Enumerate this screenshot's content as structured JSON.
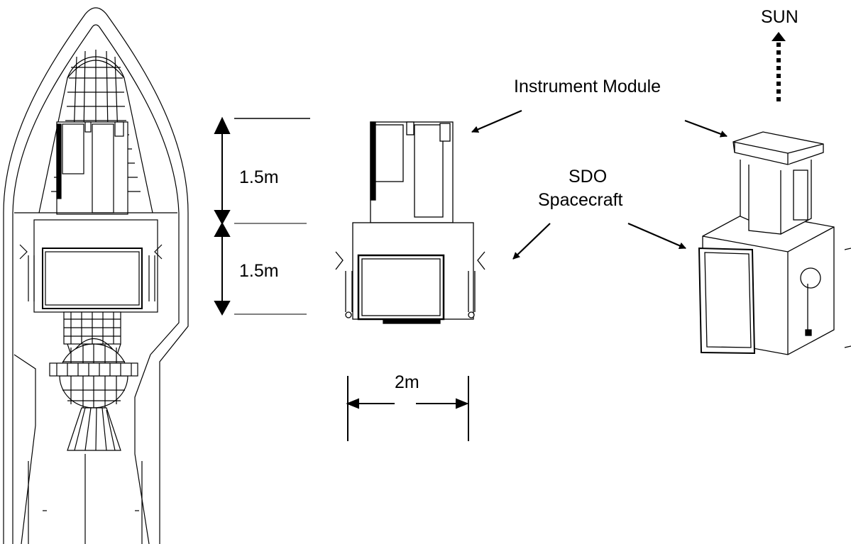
{
  "labels": {
    "sun": "SUN",
    "instrument_module": "Instrument Module",
    "sdo_line1": "SDO",
    "sdo_line2": "Spacecraft",
    "height_upper": "1.5m",
    "height_lower": "1.5m",
    "width": "2m"
  },
  "colors": {
    "line": "#000000",
    "dim_gray": "#808080",
    "background": "#ffffff"
  }
}
